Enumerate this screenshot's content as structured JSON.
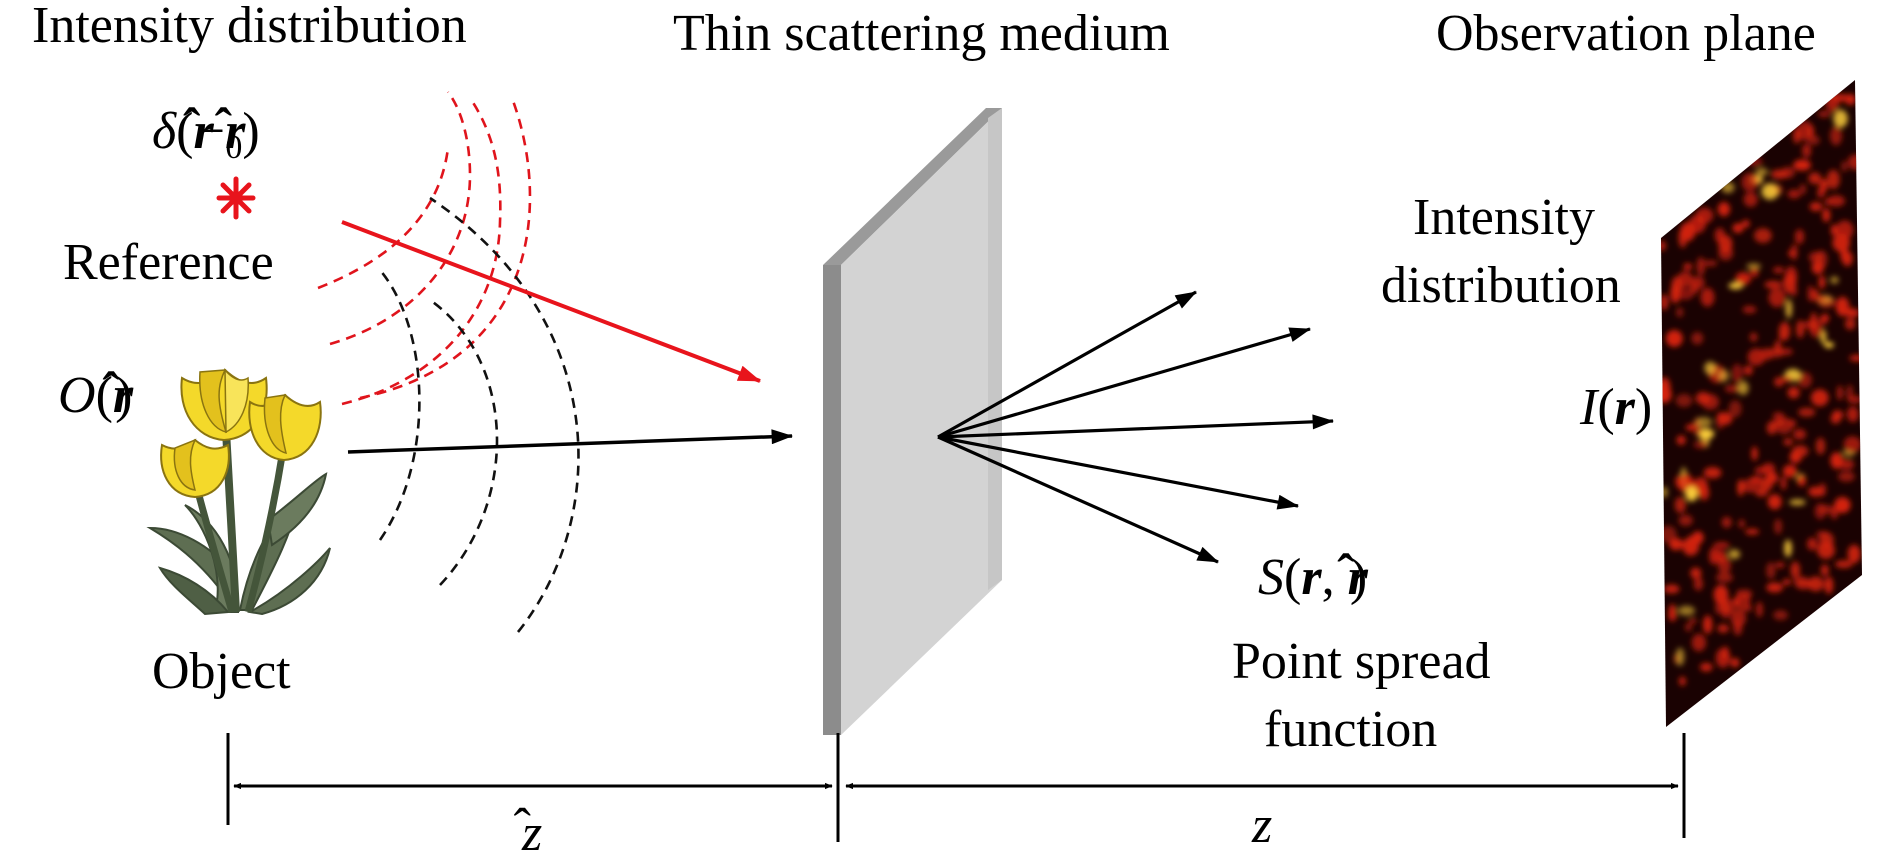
{
  "labels": {
    "top_left": "Intensity distribution",
    "top_center": "Thin scattering medium",
    "top_right": "Observation plane",
    "reference": "Reference",
    "object": "Object",
    "mid_intensity_line1": "Intensity",
    "mid_intensity_line2": "distribution",
    "psf_line1": "Point spread",
    "psf_line2": "function"
  },
  "math": {
    "delta": {
      "symbol": "δ",
      "open": "(",
      "r": "r",
      "hat": "̂",
      "minus": "−",
      "r0": "r",
      "sub0": "0",
      "close": ")"
    },
    "object_fn": {
      "name": "O",
      "open": "(",
      "r": "r",
      "hat": "̂",
      "close": ")"
    },
    "intensity_fn": {
      "name": "I",
      "open": "(",
      "r": "r",
      "close": ")"
    },
    "psf_fn": {
      "name": "S",
      "open": "(",
      "r": "r",
      "comma": ", ",
      "r2": "r",
      "hat": "̂",
      "close": ")"
    },
    "z_hat": {
      "z": "z",
      "hat": "̂"
    },
    "z": "z"
  },
  "colors": {
    "reference": "#e8141c",
    "wave_red": "#e0141c",
    "wave_black": "#111111",
    "medium_face": "#d3d3d3",
    "medium_edge": "#8c8c8c",
    "medium_top": "#9a9a9a",
    "petal": "#f4d92a",
    "petal_dark": "#c9a915",
    "leaf": "#5e6e52",
    "leaf_dark": "#3c4a35",
    "speckle_dark": "#1a0202",
    "speckle_red": "#d62410",
    "speckle_hot": "#ffd23c"
  },
  "icons": {
    "reference_star": "red-star-icon",
    "object": "tulip-flower-icon",
    "observation": "speckle-pattern-icon"
  }
}
